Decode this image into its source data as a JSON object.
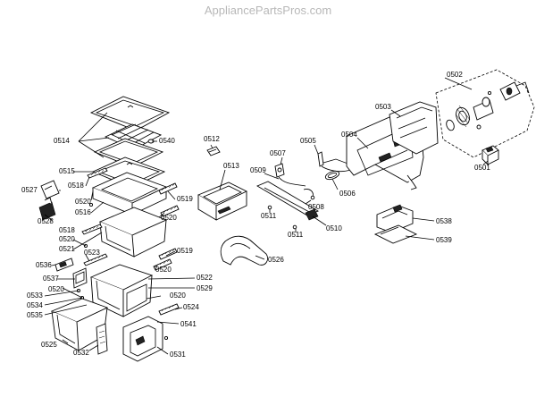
{
  "header": {
    "watermark": "AppliancePartsPros.com"
  },
  "part_labels": {
    "p0502": "0502",
    "p0503": "0503",
    "p0504": "0504",
    "p0505": "0505",
    "p0506": "0506",
    "p0507": "0507",
    "p0508": "0508",
    "p0509": "0509",
    "p0510": "0510",
    "p0511a": "0511",
    "p0511b": "0511",
    "p0501": "0501",
    "p0512": "0512",
    "p0513": "0513",
    "p0514": "0514",
    "p0540": "0540",
    "p0515": "0515",
    "p0518a": "0518",
    "p0527": "0527",
    "p0520a": "0520",
    "p0516": "0516",
    "p0519a": "0519",
    "p0520b": "0520",
    "p0528": "0528",
    "p0518b": "0518",
    "p0520c": "0520",
    "p0521": "0521",
    "p0519b": "0519",
    "p0520d": "0520",
    "p0523": "0523",
    "p0536": "0536",
    "p0537": "0537",
    "p0522": "0522",
    "p0529": "0529",
    "p0520e": "0520",
    "p0533": "0533",
    "p0520f": "0520",
    "p0534": "0534",
    "p0524": "0524",
    "p0535": "0535",
    "p0541": "0541",
    "p0525": "0525",
    "p0532": "0532",
    "p0531": "0531",
    "p0526": "0526",
    "p0538": "0538",
    "p0539": "0539"
  }
}
